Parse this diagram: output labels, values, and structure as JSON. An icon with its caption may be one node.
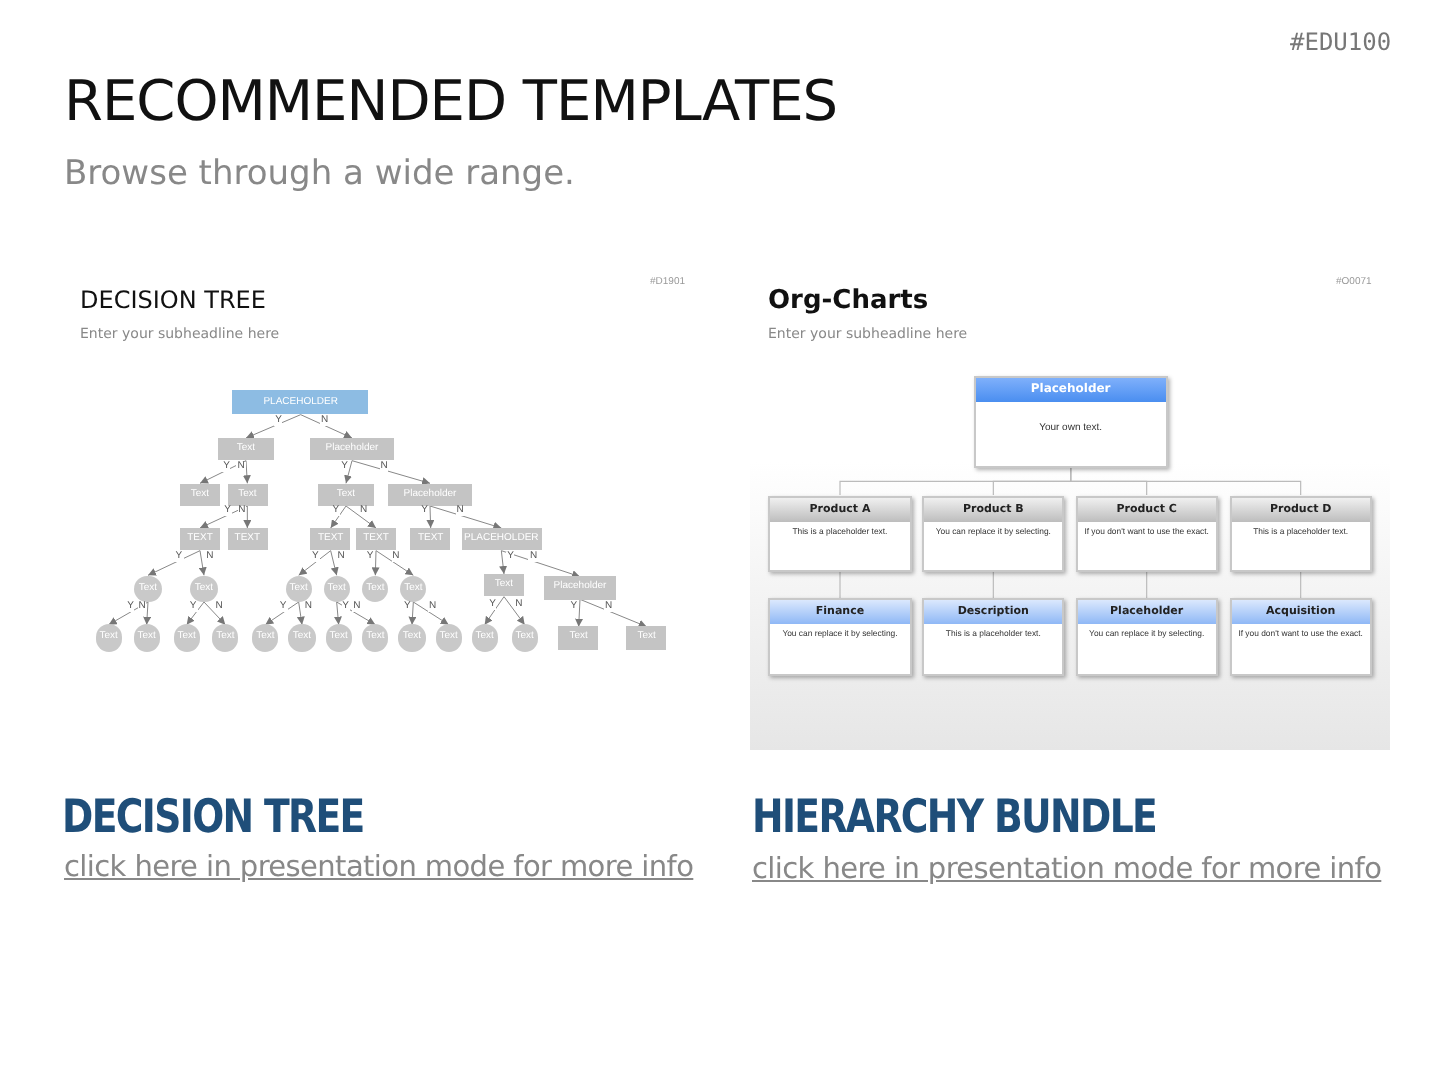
{
  "diagram": {
    "title": "RECOMMENDED TEMPLATES",
    "nodes": [
      {
        "text": [
          "DECISION TREE",
          "Enter your subheadline here"
        ]
      },
      {
        "text": [
          "PLACEHOLDER"
        ],
        "in": 0
      },
      {
        "text": [
          "Text"
        ],
        "in": 0
      },
      {
        "text": [
          "Placeholder"
        ],
        "in": 0
      },
      {
        "text": [
          "Text"
        ],
        "in": 0
      },
      {
        "text": [
          "Text"
        ],
        "in": 0
      },
      {
        "text": [
          "Text"
        ],
        "in": 0
      },
      {
        "text": [
          "Placeholder"
        ],
        "in": 0
      },
      {
        "text": [
          "TEXT"
        ],
        "in": 0
      },
      {
        "text": [
          "TEXT"
        ],
        "in": 0
      },
      {
        "text": [
          "TEXT"
        ],
        "in": 0
      },
      {
        "text": [
          "TEXT"
        ],
        "in": 0
      },
      {
        "text": [
          "TEXT"
        ],
        "in": 0
      },
      {
        "text": [
          "PLACEHOLDER"
        ],
        "in": 0
      },
      {
        "text": [
          "Text"
        ],
        "in": 0
      },
      {
        "text": [
          "Text"
        ],
        "in": 0
      },
      {
        "text": [
          "Text"
        ],
        "in": 0
      },
      {
        "text": [
          "Text"
        ],
        "in": 0
      },
      {
        "text": [
          "Text"
        ],
        "in": 0
      },
      {
        "text": [
          "Text"
        ],
        "in": 0
      },
      {
        "text": [
          "Text"
        ],
        "in": 0
      },
      {
        "text": [
          "Placeholder"
        ],
        "in": 0
      },
      {
        "text": [
          "Text"
        ],
        "in": 0
      },
      {
        "text": [
          "Text"
        ],
        "in": 0
      },
      {
        "text": [
          "Text"
        ],
        "in": 0
      },
      {
        "text": [
          "Text"
        ],
        "in": 0
      },
      {
        "text": [
          "Text"
        ],
        "in": 0
      },
      {
        "text": [
          "Text"
        ],
        "in": 0
      },
      {
        "text": [
          "Text"
        ],
        "in": 0
      },
      {
        "text": [
          "Text"
        ],
        "in": 0
      },
      {
        "text": [
          "Text"
        ],
        "in": 0
      },
      {
        "text": [
          "Text"
        ],
        "in": 0
      },
      {
        "text": [
          "Text"
        ],
        "in": 0
      },
      {
        "text": [
          "Text"
        ],
        "in": 0
      },
      {
        "text": [
          "Text"
        ],
        "in": 0
      },
      {
        "text": [
          "Text"
        ],
        "in": 0
      },
      {
        "text": [
          "Org-Charts",
          "Enter your subheadline here"
        ]
      },
      {
        "text": [
          "Placeholder",
          "Your own text."
        ],
        "in": 36
      },
      {
        "text": [
          "Product A",
          "This is a placeholder text."
        ],
        "in": 36
      },
      {
        "text": [
          "Product B",
          "You can replace it by selecting."
        ],
        "in": 36
      },
      {
        "text": [
          "Product C",
          "If you don't want to use the exact."
        ],
        "in": 36
      },
      {
        "text": [
          "Product D",
          "This is a placeholder text."
        ],
        "in": 36
      },
      {
        "text": [
          "Finance",
          "You can replace it by selecting."
        ],
        "in": 36
      },
      {
        "text": [
          "Description",
          "This is a placeholder text."
        ],
        "in": 36
      },
      {
        "text": [
          "Placeholder",
          "You can replace it by selecting."
        ],
        "in": 36
      },
      {
        "text": [
          "Acquisition",
          "If you don't want to use the exact."
        ],
        "in": 36
      }
    ],
    "edges": [
      {
        "from": 1,
        "to": 2,
        "arrow": "to",
        "label": "Y"
      },
      {
        "from": 1,
        "to": 3,
        "arrow": "to",
        "label": "N"
      },
      {
        "from": 2,
        "to": 4,
        "arrow": "to",
        "label": "Y"
      },
      {
        "from": 2,
        "to": 5,
        "arrow": "to",
        "label": "N"
      },
      {
        "from": 3,
        "to": 6,
        "arrow": "to",
        "label": "Y"
      },
      {
        "from": 3,
        "to": 7,
        "arrow": "to",
        "label": "N"
      },
      {
        "from": 5,
        "to": 8,
        "arrow": "to",
        "label": "Y"
      },
      {
        "from": 5,
        "to": 9,
        "arrow": "to",
        "label": "N"
      },
      {
        "from": 6,
        "to": 10,
        "arrow": "to",
        "label": "Y"
      },
      {
        "from": 6,
        "to": 11,
        "arrow": "to",
        "label": "N"
      },
      {
        "from": 7,
        "to": 12,
        "arrow": "to",
        "label": "Y"
      },
      {
        "from": 7,
        "to": 13,
        "arrow": "to",
        "label": "N"
      },
      {
        "from": 8,
        "to": 14,
        "arrow": "to",
        "label": "Y"
      },
      {
        "from": 8,
        "to": 15,
        "arrow": "to",
        "label": "N"
      },
      {
        "from": 10,
        "to": 16,
        "arrow": "to",
        "label": "Y"
      },
      {
        "from": 10,
        "to": 17,
        "arrow": "to",
        "label": "N"
      },
      {
        "from": 11,
        "to": 18,
        "arrow": "to",
        "label": "Y"
      },
      {
        "from": 11,
        "to": 19,
        "arrow": "to",
        "label": "N"
      },
      {
        "from": 13,
        "to": 20,
        "arrow": "to",
        "label": "Y"
      },
      {
        "from": 13,
        "to": 21,
        "arrow": "to",
        "label": "N"
      },
      {
        "from": 14,
        "to": 22,
        "arrow": "to",
        "label": "Y"
      },
      {
        "from": 14,
        "to": 23,
        "arrow": "to",
        "label": "N"
      },
      {
        "from": 15,
        "to": 24,
        "arrow": "to",
        "label": "Y"
      },
      {
        "from": 15,
        "to": 25,
        "arrow": "to",
        "label": "N"
      },
      {
        "from": 16,
        "to": 26,
        "arrow": "to",
        "label": "Y"
      },
      {
        "from": 16,
        "to": 27,
        "arrow": "to",
        "label": "N"
      },
      {
        "from": 17,
        "to": 28,
        "arrow": "to",
        "label": "Y"
      },
      {
        "from": 17,
        "to": 29,
        "arrow": "to",
        "label": "N"
      },
      {
        "from": 19,
        "to": 30,
        "arrow": "to",
        "label": "Y"
      },
      {
        "from": 19,
        "to": 31,
        "arrow": "to",
        "label": "N"
      },
      {
        "from": 20,
        "to": 32,
        "arrow": "to",
        "label": "Y"
      },
      {
        "from": 20,
        "to": 33,
        "arrow": "to",
        "label": "N"
      },
      {
        "from": 21,
        "to": 34,
        "arrow": "to",
        "label": "Y"
      },
      {
        "from": 21,
        "to": 35,
        "arrow": "to",
        "label": "N"
      },
      {
        "from": 37,
        "to": 38,
        "arrow": "none"
      },
      {
        "from": 37,
        "to": 39,
        "arrow": "none"
      },
      {
        "from": 37,
        "to": 40,
        "arrow": "none"
      },
      {
        "from": 37,
        "to": 41,
        "arrow": "none"
      },
      {
        "from": 38,
        "to": 42,
        "arrow": "none"
      },
      {
        "from": 39,
        "to": 43,
        "arrow": "none"
      },
      {
        "from": 40,
        "to": 44,
        "arrow": "none"
      },
      {
        "from": 41,
        "to": 45,
        "arrow": "none"
      }
    ],
    "labels": [
      "#EDU100",
      "Browse through a wide range.",
      "#D1901",
      "#O0071",
      "DECISION TREE",
      "click here in presentation mode for more info",
      "HIERARCHY BUNDLE",
      "click here in presentation mode for more info"
    ]
  }
}
